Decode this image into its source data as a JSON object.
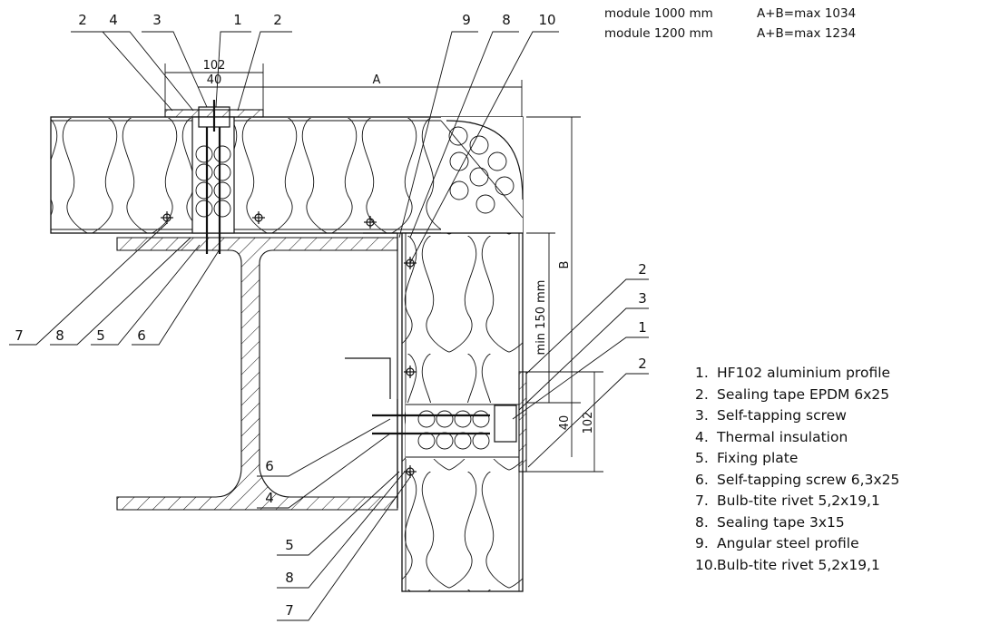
{
  "specs": [
    {
      "module": "module 1000 mm",
      "max": "A+B=max 1034"
    },
    {
      "module": "module 1200 mm",
      "max": "A+B=max 1234"
    }
  ],
  "legend": [
    {
      "num": "1.",
      "text": "HF102 aluminium profile"
    },
    {
      "num": "2.",
      "text": "Sealing tape EPDM 6x25"
    },
    {
      "num": "3.",
      "text": "Self-tapping screw"
    },
    {
      "num": "4.",
      "text": "Thermal insulation"
    },
    {
      "num": "5.",
      "text": "Fixing plate"
    },
    {
      "num": "6.",
      "text": "Self-tapping screw 6,3x25"
    },
    {
      "num": "7.",
      "text": "Bulb-tite rivet 5,2x19,1"
    },
    {
      "num": "8.",
      "text": "Sealing tape 3x15"
    },
    {
      "num": "9.",
      "text": "Angular steel profile"
    },
    {
      "num": "10.",
      "text": "Bulb-tite rivet 5,2x19,1"
    }
  ],
  "dimensions": {
    "d102": "102",
    "d40": "40",
    "a": "A",
    "b": "B",
    "min150": "min 150 mm",
    "d40_side": "40",
    "d102_side": "102"
  },
  "callouts": {
    "top": [
      "2",
      "4",
      "3",
      "1",
      "2",
      "9",
      "8",
      "10"
    ],
    "bottom_left": [
      "7",
      "8",
      "5",
      "6"
    ],
    "left_mid": [
      "6",
      "4",
      "5",
      "8",
      "7"
    ],
    "right": [
      "2",
      "3",
      "1",
      "2"
    ]
  }
}
